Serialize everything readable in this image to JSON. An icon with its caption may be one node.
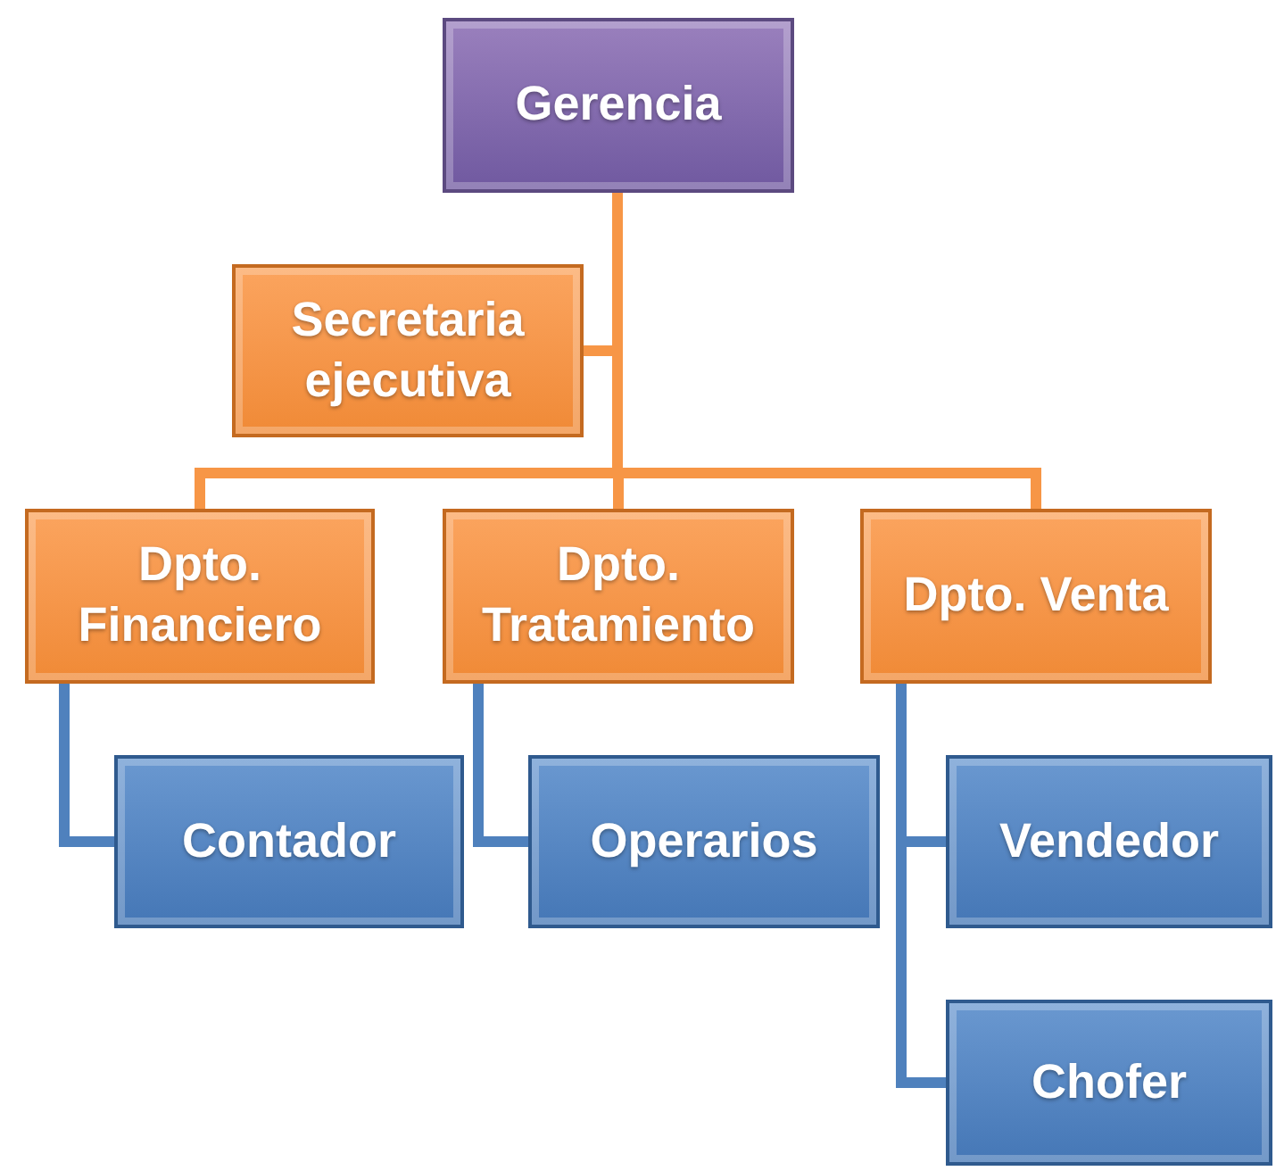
{
  "diagram": {
    "nodes": [
      {
        "text": [
          "Gerencia"
        ]
      },
      {
        "text": [
          "Secretaria ejecutiva"
        ]
      },
      {
        "text": [
          "Dpto. Financiero"
        ]
      },
      {
        "text": [
          "Dpto. Tratamiento"
        ]
      },
      {
        "text": [
          "Dpto. Venta"
        ]
      },
      {
        "text": [
          "Contador"
        ]
      },
      {
        "text": [
          "Operarios"
        ]
      },
      {
        "text": [
          "Vendedor"
        ]
      },
      {
        "text": [
          "Chofer"
        ]
      }
    ],
    "edges": [
      {
        "from": 0,
        "to": 1,
        "arrow": "none"
      },
      {
        "from": 0,
        "to": 2,
        "arrow": "none"
      },
      {
        "from": 0,
        "to": 3,
        "arrow": "none"
      },
      {
        "from": 0,
        "to": 4,
        "arrow": "none"
      },
      {
        "from": 2,
        "to": 5,
        "arrow": "none",
        "color": "#4f81bd"
      },
      {
        "from": 3,
        "to": 6,
        "arrow": "none",
        "color": "#4f81bd"
      },
      {
        "from": 4,
        "to": 7,
        "arrow": "none",
        "color": "#4f81bd"
      },
      {
        "from": 4,
        "to": 8,
        "arrow": "none",
        "color": "#4f81bd"
      }
    ]
  }
}
